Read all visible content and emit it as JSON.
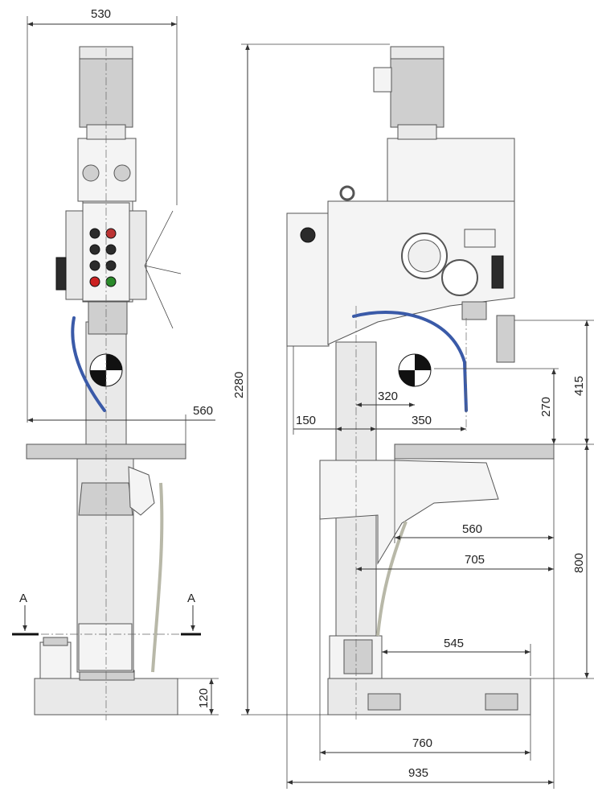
{
  "front_view": {
    "dim_width_top": "530",
    "dim_table_width": "560",
    "dim_base_height": "120",
    "section_label_left": "A",
    "section_label_right": "A"
  },
  "side_view": {
    "dim_total_height": "2280",
    "dim_spindle_reach": "320",
    "dim_column_offset": "150",
    "dim_spindle_to_table_edge": "350",
    "dim_spindle_stroke": "270",
    "dim_spindle_to_table": "415",
    "dim_table_arm_560": "560",
    "dim_table_arm_705": "705",
    "dim_table_height": "800",
    "dim_base_slot": "545",
    "dim_base_length": "760",
    "dim_total_depth": "935"
  }
}
